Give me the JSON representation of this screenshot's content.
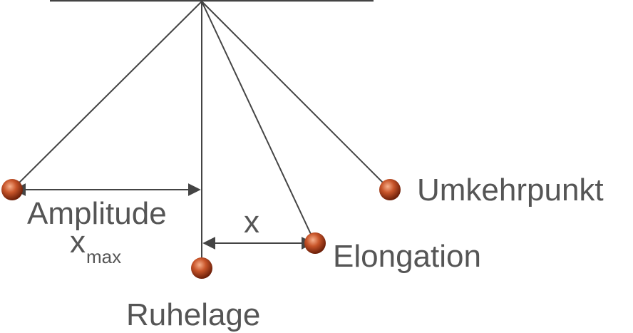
{
  "labels": {
    "amplitude": "Amplitude",
    "xmax_base": "x",
    "xmax_sub": "max",
    "x": "x",
    "ruhelage": "Ruhelage",
    "elongation": "Elongation",
    "umkehrpunkt": "Umkehrpunkt"
  },
  "colors": {
    "line": "#444444",
    "text": "#555555",
    "ball_light": "#f4a582",
    "ball_mid": "#c8552a",
    "ball_dark": "#6b1e08"
  }
}
